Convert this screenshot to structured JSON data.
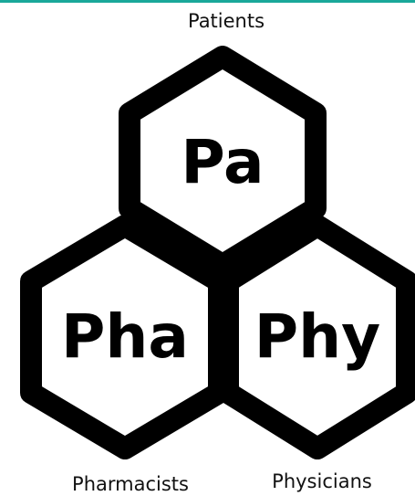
{
  "colors": {
    "accent_rule": "#1aa89a",
    "hex_stroke": "#000000",
    "hex_fill": "#ffffff",
    "text": "#000000"
  },
  "hexagons": [
    {
      "id": "patients",
      "abbr": "Pa",
      "label": "Patients"
    },
    {
      "id": "pharmacists",
      "abbr": "Pha",
      "label": "Pharmacists"
    },
    {
      "id": "physicians",
      "abbr": "Phy",
      "label": "Physicians"
    }
  ]
}
